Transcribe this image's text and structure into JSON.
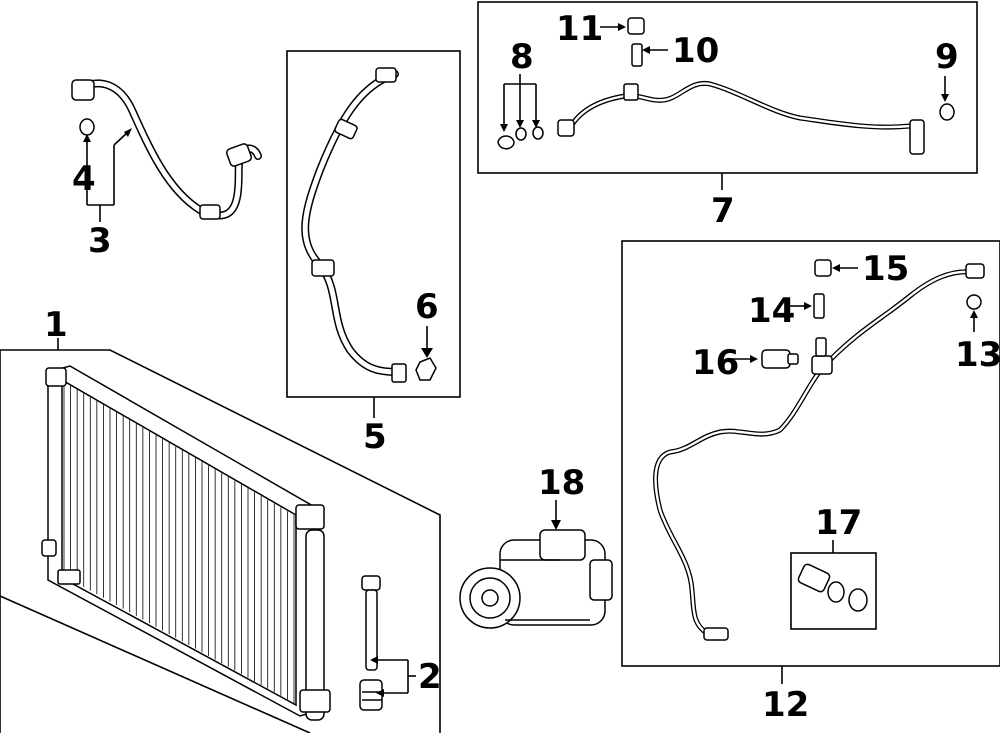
{
  "callouts": {
    "c1": "1",
    "c2": "2",
    "c3": "3",
    "c4": "4",
    "c5": "5",
    "c6": "6",
    "c7": "7",
    "c8": "8",
    "c9": "9",
    "c10": "10",
    "c11": "11",
    "c12": "12",
    "c13": "13",
    "c14": "14",
    "c15": "15",
    "c16": "16",
    "c17": "17",
    "c18": "18"
  },
  "parts": {
    "condenser": "condenser-icon",
    "receiver_drier": "drier-icon",
    "discharge_hose": "hose-icon",
    "suction_hose": "hose-icon",
    "liquid_pipe": "pipe-icon",
    "pressure_pipe": "pipe-icon",
    "compressor": "compressor-icon",
    "pressure_switch": "switch-icon",
    "o_ring": "o-ring-icon",
    "valve_core": "valve-icon",
    "cap": "cap-icon",
    "repair_kit": "kit-icon"
  },
  "colors": {
    "ink": "#000000",
    "paper": "#ffffff"
  }
}
